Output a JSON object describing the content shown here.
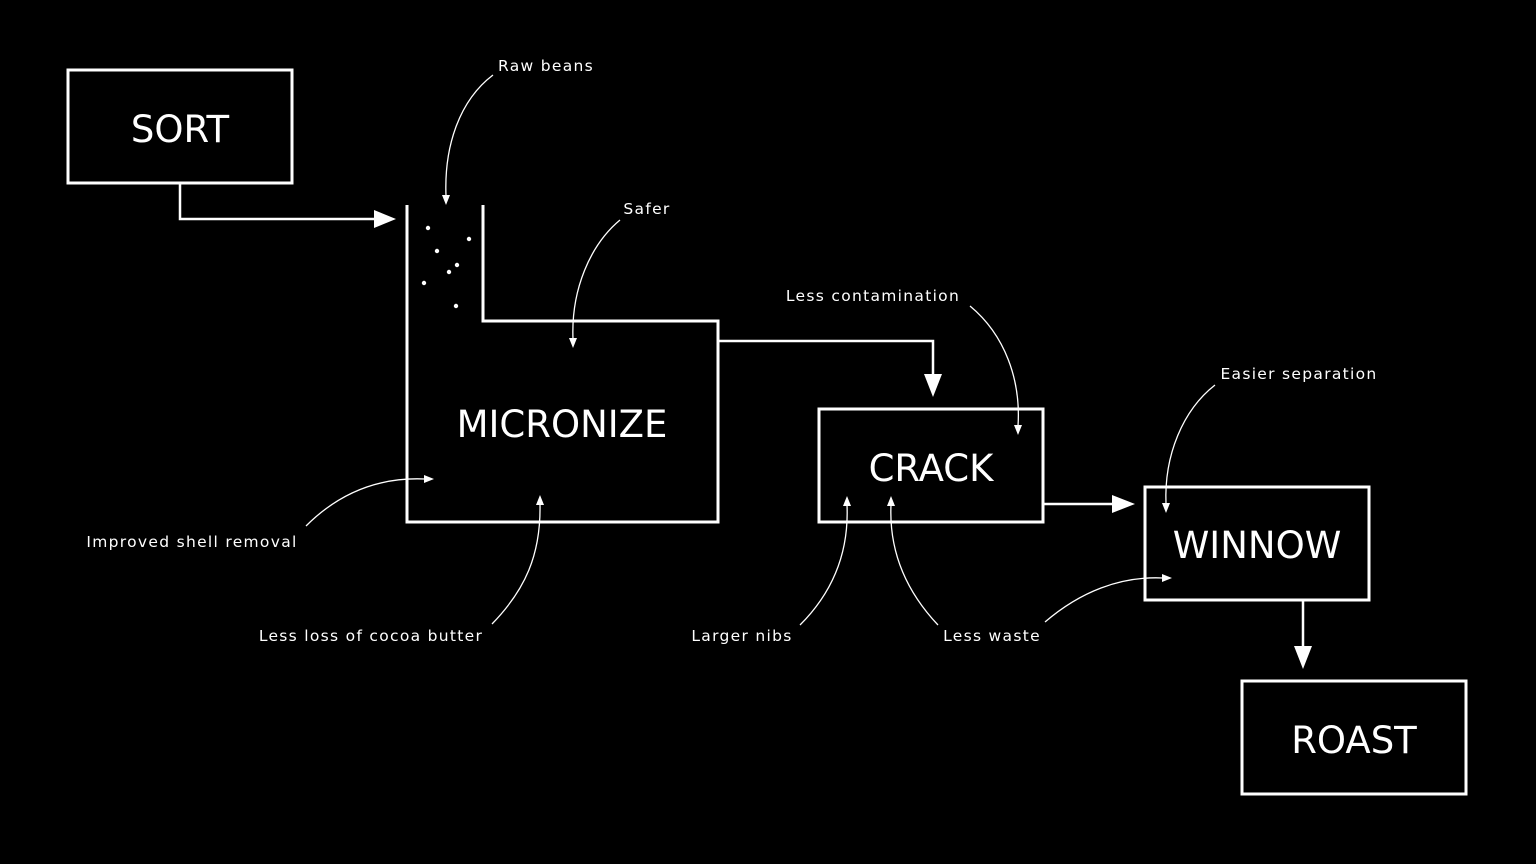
{
  "steps": {
    "sort": "SORT",
    "micronize": "MICRONIZE",
    "crack": "CRACK",
    "winnow": "WINNOW",
    "roast": "ROAST"
  },
  "annotations": {
    "raw_beans": "Raw beans",
    "safer": "Safer",
    "improved_shell_removal": "Improved shell removal",
    "less_loss_cocoa_butter": "Less loss of cocoa butter",
    "less_contamination": "Less contamination",
    "larger_nibs": "Larger nibs",
    "less_waste": "Less waste",
    "easier_separation": "Easier separation"
  },
  "colors": {
    "background": "#000000",
    "foreground": "#ffffff"
  }
}
